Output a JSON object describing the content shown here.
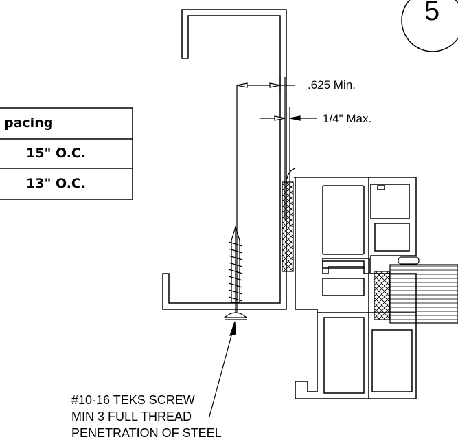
{
  "detail_number": "5",
  "dimensions": {
    "min_label": ".625 Min.",
    "max_label": "1/4\" Max."
  },
  "spacing_table": {
    "header": "pacing",
    "rows": [
      "15\" O.C.",
      "13\" O.C."
    ]
  },
  "callout": {
    "lines": [
      "#10-16 TEKS SCREW",
      "MIN 3 FULL THREAD",
      "PENETRATION OF STEEL"
    ]
  }
}
